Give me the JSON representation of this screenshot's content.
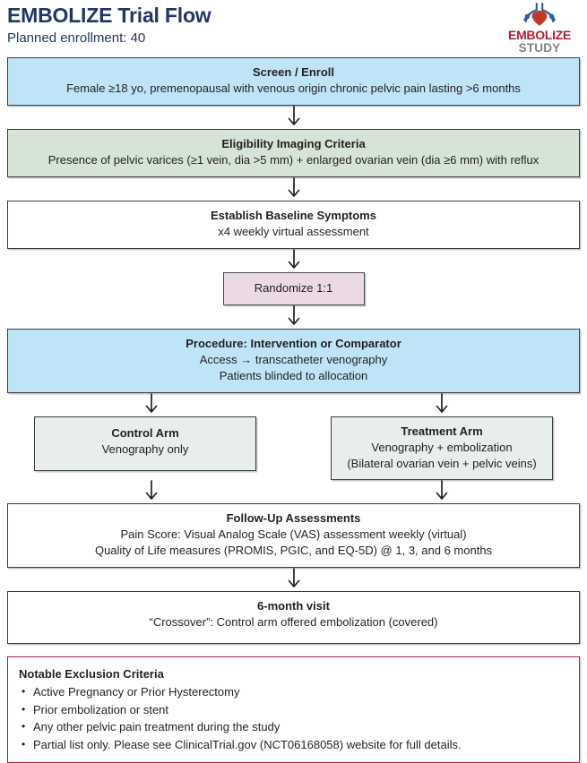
{
  "header": {
    "title": "EMBOLIZE Trial Flow",
    "subtitle": "Planned enrollment: 40",
    "logo": {
      "name_top": "EMBOLIZE",
      "name_bottom": "STUDY",
      "mark_icon": "pelvic-vein-logo-icon",
      "color_red": "#b01d33",
      "color_gray": "#808285",
      "color_blue": "#2e5c9a"
    },
    "title_color": "#1f3864"
  },
  "colors": {
    "blue_box": "#bfe4f8",
    "green_box": "#d6e3d7",
    "pink_box": "#ebdae4",
    "arm_box": "#e8eee9",
    "plain_box": "#ffffff",
    "box_border": "#3b3b3b",
    "exclusion_border": "#b5173f",
    "text": "#231f20"
  },
  "flow": {
    "screen_enroll": {
      "title": "Screen / Enroll",
      "line1": "Female ≥18 yo, premenopausal with venous origin chronic pelvic pain lasting >6 months"
    },
    "eligibility": {
      "title": "Eligibility Imaging Criteria",
      "line1": "Presence of pelvic varices (≥1 vein, dia >5 mm) + enlarged ovarian vein (dia ≥6 mm) with reflux"
    },
    "baseline": {
      "title": "Establish Baseline Symptoms",
      "line1": "x4 weekly virtual assessment"
    },
    "randomize": {
      "label": "Randomize 1:1"
    },
    "procedure": {
      "title": "Procedure: Intervention or Comparator",
      "line1": "Access → transcatheter venography",
      "line2": "Patients blinded to allocation"
    },
    "control_arm": {
      "title": "Control Arm",
      "line1": "Venography only"
    },
    "treatment_arm": {
      "title": "Treatment Arm",
      "line1": "Venography + embolization",
      "line2": "(Bilateral ovarian vein + pelvic veins)"
    },
    "followup": {
      "title": "Follow-Up Assessments",
      "line1": "Pain Score: Visual Analog Scale (VAS) assessment weekly (virtual)",
      "line2": "Quality of Life measures (PROMIS, PGIC, and EQ-5D) @ 1, 3, and 6 months"
    },
    "six_month": {
      "title": "6-month visit",
      "line1": "“Crossover”: Control arm offered embolization (covered)"
    }
  },
  "exclusion": {
    "title": "Notable Exclusion Criteria",
    "items": [
      "Active Pregnancy or Prior Hysterectomy",
      "Prior embolization or stent",
      "Any other pelvic pain treatment during the study",
      "Partial list only. Please see ClinicalTrial.gov (NCT06168058) website for full details."
    ]
  }
}
